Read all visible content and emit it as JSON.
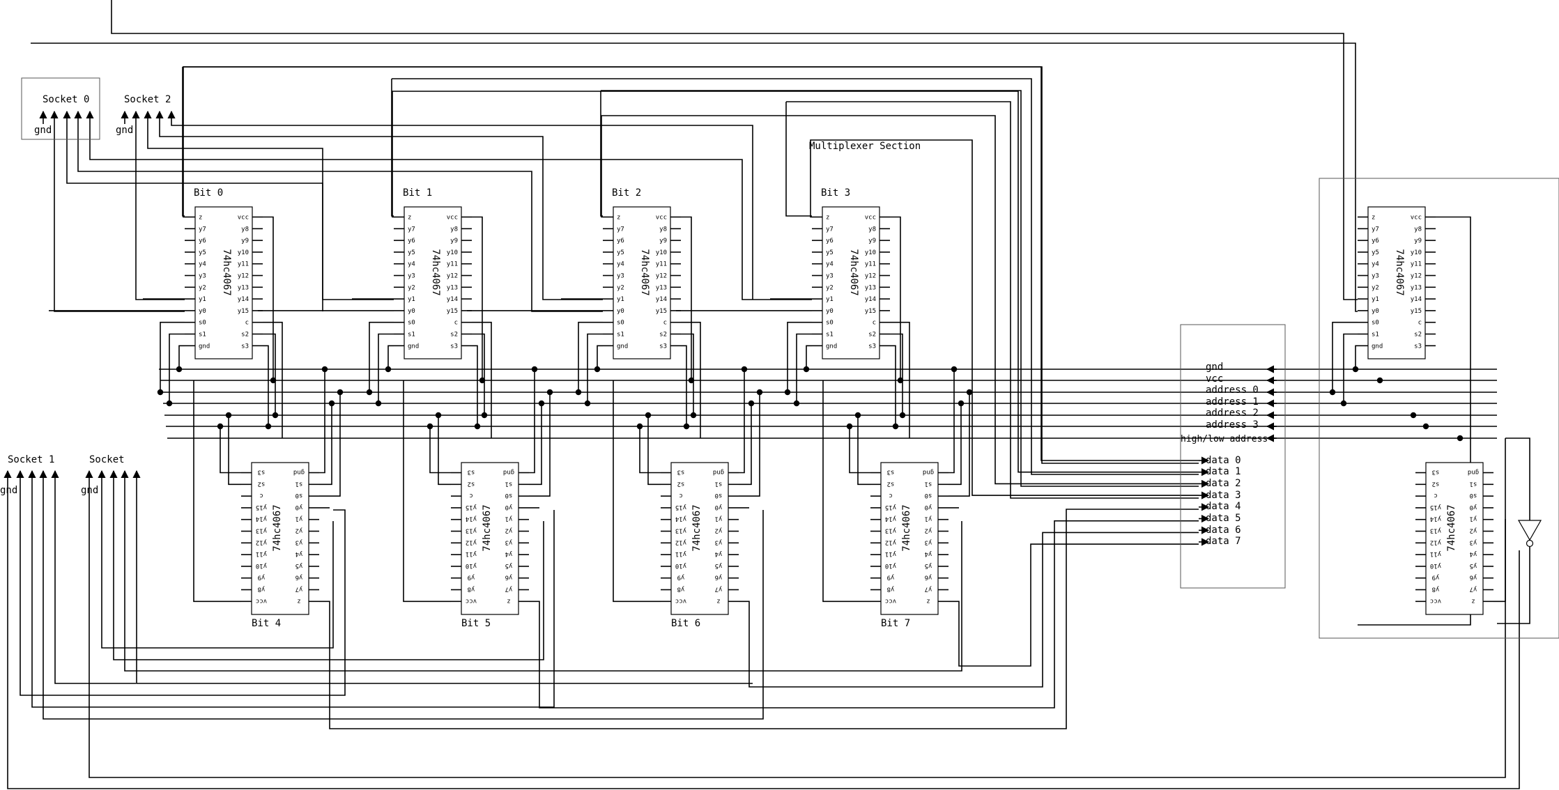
{
  "diagram": {
    "title": "Multiplexer Section",
    "chips": {
      "part_number": "74hc4067",
      "top_left_pins": [
        "z",
        "y7",
        "y6",
        "y5",
        "y4",
        "y3",
        "y2",
        "y1",
        "y0",
        "s0",
        "s1",
        "gnd"
      ],
      "top_right_pins": [
        "vcc",
        "y8",
        "y9",
        "y10",
        "y11",
        "y12",
        "y13",
        "y14",
        "y15",
        "c",
        "s2",
        "s3"
      ],
      "bottom_left_pins": [
        "s3",
        "s2",
        "c",
        "y15",
        "y14",
        "y13",
        "y12",
        "y11",
        "y10",
        "y9",
        "y8",
        "vcc"
      ],
      "bottom_right_pins": [
        "gnd",
        "s1",
        "s0",
        "y0",
        "y1",
        "y2",
        "y3",
        "y4",
        "y5",
        "y6",
        "y7",
        "z"
      ],
      "top_labels": [
        "Bit 0",
        "Bit 1",
        "Bit 2",
        "Bit 3"
      ],
      "bottom_labels": [
        "Bit 4",
        "Bit 5",
        "Bit 6",
        "Bit 7"
      ]
    },
    "sockets": {
      "socket0": "Socket 0",
      "socket2": "Socket 2",
      "socket1": "Socket 1",
      "socket3": "Socket",
      "gnd": "gnd"
    },
    "bus_labels": [
      "gnd",
      "vcc",
      "address 0",
      "address 1",
      "address 2",
      "address 3",
      "high/low address",
      "data 0",
      "data 1",
      "data 2",
      "data 3",
      "data 4",
      "data 5",
      "data 6",
      "data 7"
    ]
  }
}
